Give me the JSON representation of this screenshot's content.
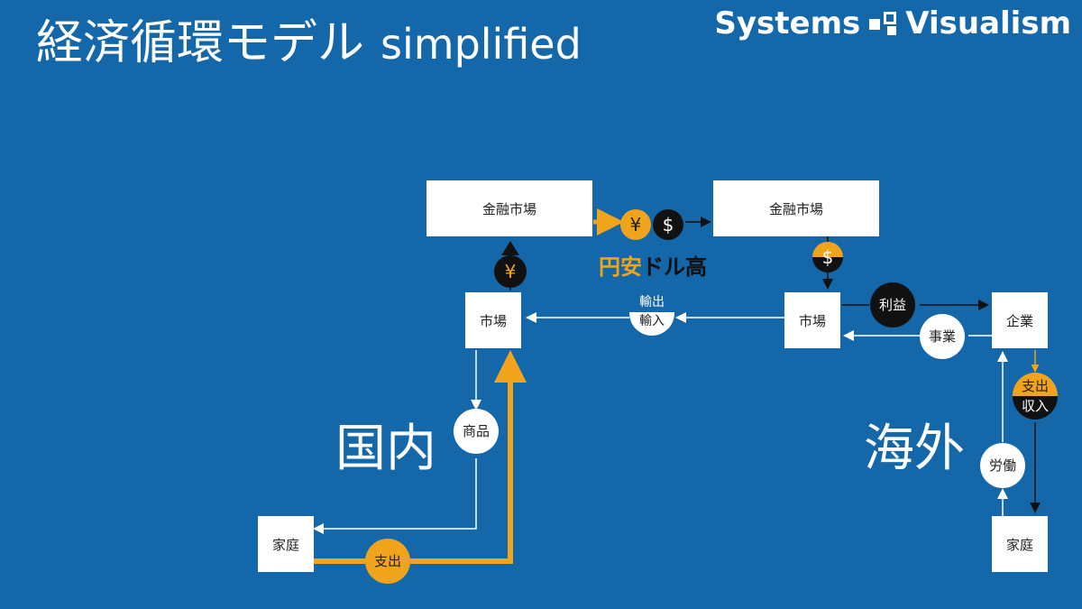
{
  "header": {
    "title_jp": "経済循環モデル",
    "title_en": "simplified",
    "brand_left": "Systems",
    "brand_right": "Visualism"
  },
  "regions": {
    "domestic": "国内",
    "overseas": "海外"
  },
  "nodes": {
    "financial_market_left": "金融市場",
    "financial_market_right": "金融市場",
    "market_left": "市場",
    "market_right": "市場",
    "household_left": "家庭",
    "household_right": "家庭",
    "company": "企業"
  },
  "flows": {
    "yen_symbol": "¥",
    "dollar_symbol": "$",
    "fx_yen_weak": "円安",
    "fx_dollar_strong": "ドル高",
    "export": "輸出",
    "import": "輸入",
    "goods": "商品",
    "spending_left": "支出",
    "profit": "利益",
    "business": "事業",
    "spending_right": "支出",
    "income": "収入",
    "labor": "労働"
  },
  "colors": {
    "background": "#1467a8",
    "accent_orange": "#f0a41c",
    "black": "#111111",
    "white": "#ffffff"
  }
}
